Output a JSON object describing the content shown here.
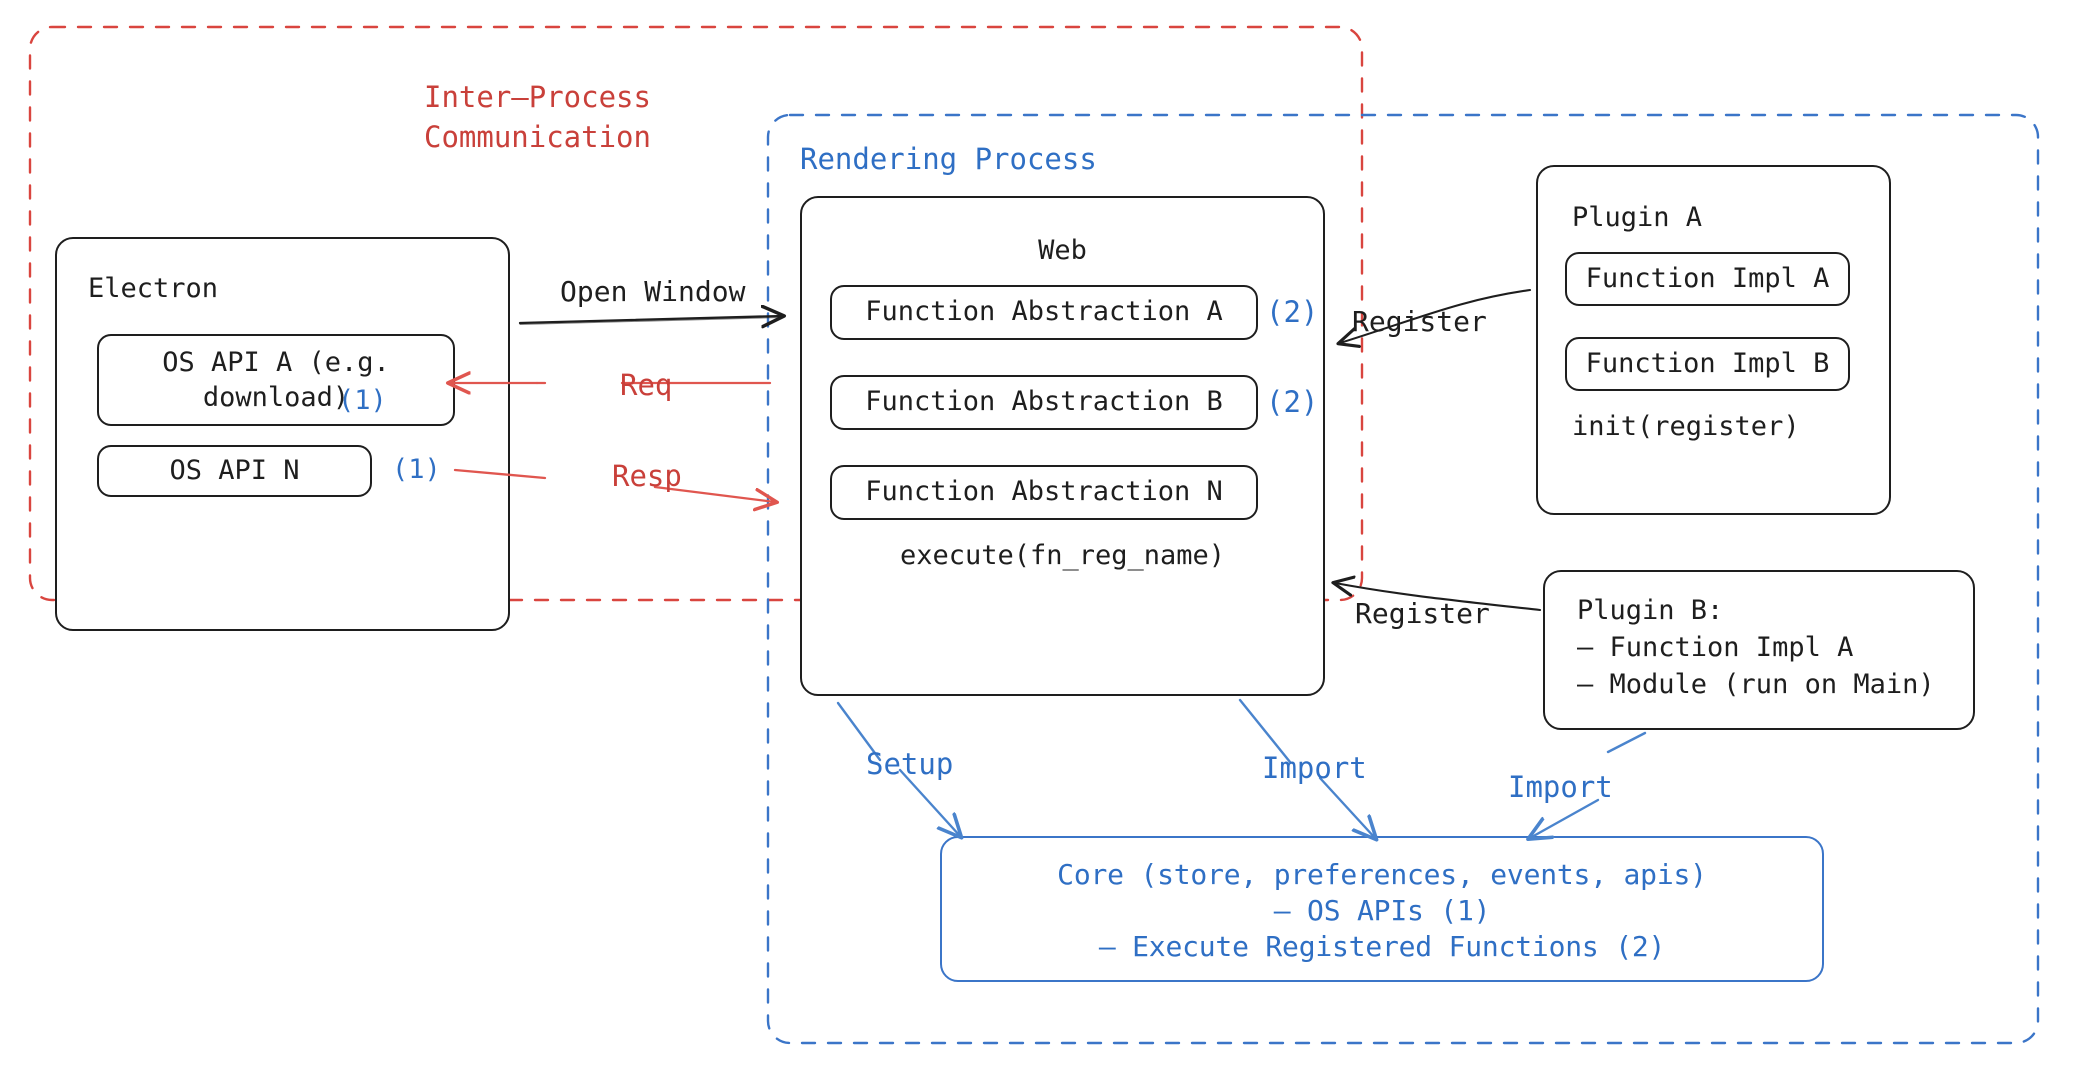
{
  "diagram": {
    "title_ipc": "Inter–Process\nCommunication",
    "title_rendering": "Rendering Process"
  },
  "containers": [
    {
      "name": "inter-process-communication",
      "label": "Inter–Process\nCommunication",
      "color": "#c9403a",
      "style": "dashed"
    },
    {
      "name": "rendering-process",
      "label": "Rendering Process",
      "color": "#3b75c8",
      "style": "dashed"
    }
  ],
  "electron": {
    "title": "Electron",
    "apis": [
      {
        "label": "OS API A (e.g.\ndownload)",
        "marker": "(1)"
      },
      {
        "label": "OS API N",
        "marker": "(1)"
      }
    ]
  },
  "web": {
    "title": "Web",
    "abstractions": [
      {
        "label": "Function Abstraction A",
        "marker": "(2)"
      },
      {
        "label": "Function Abstraction B",
        "marker": "(2)"
      },
      {
        "label": "Function Abstraction N",
        "marker": ""
      }
    ],
    "footer": "execute(fn_reg_name)"
  },
  "plugin_a": {
    "title": "Plugin A",
    "items": [
      {
        "label": "Function Impl A"
      },
      {
        "label": "Function Impl B"
      }
    ],
    "footer": "init(register)"
  },
  "plugin_b": {
    "lines": "Plugin B:\n– Function Impl A\n– Module (run on Main)"
  },
  "core": {
    "line1": "Core (store, preferences, events, apis)",
    "line2": "– OS APIs (1)",
    "line3": "– Execute Registered Functions (2)"
  },
  "arrows": [
    {
      "name": "open-window",
      "label": "Open Window",
      "color": "#1e1e1e"
    },
    {
      "name": "req",
      "label": "Req",
      "color": "#c9403a"
    },
    {
      "name": "resp",
      "label": "Resp",
      "color": "#c9403a"
    },
    {
      "name": "register-plugin-a",
      "label": "Register",
      "color": "#1e1e1e"
    },
    {
      "name": "register-plugin-b",
      "label": "Register",
      "color": "#1e1e1e"
    },
    {
      "name": "setup",
      "label": "Setup",
      "color": "#3b75c8"
    },
    {
      "name": "import-web",
      "label": "Import",
      "color": "#3b75c8"
    },
    {
      "name": "import-plugin-b",
      "label": "Import",
      "color": "#3b75c8"
    }
  ],
  "colors": {
    "red": "#c9403a",
    "blue": "#2f6fc4",
    "blue_stroke": "#3b75c8",
    "ink": "#1e1e1e",
    "background": "#ffffff"
  }
}
